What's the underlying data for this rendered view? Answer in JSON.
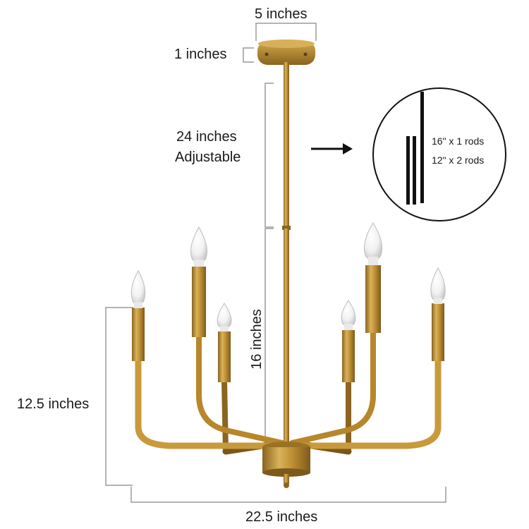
{
  "dimensions": {
    "canopy_width": "5 inches",
    "canopy_height": "1 inches",
    "rod_length_line1": "24 inches",
    "rod_length_line2": "Adjustable",
    "body_height": "16 inches",
    "arm_height": "12.5 inches",
    "total_width": "22.5 inches"
  },
  "rods_inset": {
    "long_rods": "16\" x 1 rods",
    "short_rods": "12\" x 2 rods"
  },
  "colors": {
    "brass_light": "#d4a84a",
    "brass_mid": "#b8862b",
    "brass_dark": "#8a6420",
    "dimension_line": "#9a9a9a",
    "text": "#1a1a1a"
  },
  "icons": {
    "arrow": "right-arrow-icon",
    "bulb": "candle-bulb-icon"
  }
}
